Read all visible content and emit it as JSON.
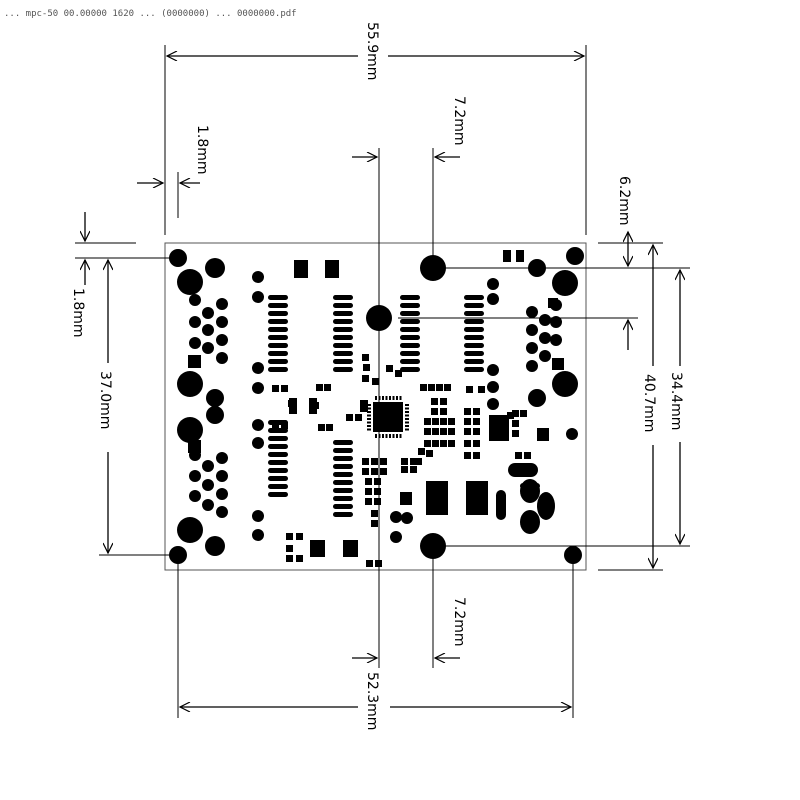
{
  "header": {
    "caption": "... mpc-50 00.00000 1620 ... (0000000) ... 0000000.pdf"
  },
  "dimensions": {
    "top_width": "55.9mm",
    "bottom_width": "52.3mm",
    "left_height": "37.0mm",
    "right_height_outer": "40.7mm",
    "right_height_inner": "34.4mm",
    "top_left_offset": "1.8mm",
    "left_top_offset": "1.8mm",
    "top_center_offset": "7.2mm",
    "bottom_center_offset": "7.2mm",
    "right_top_offset": "6.2mm"
  },
  "colors": {
    "ink": "#000000",
    "board_outline": "#555555",
    "background": "#ffffff"
  }
}
